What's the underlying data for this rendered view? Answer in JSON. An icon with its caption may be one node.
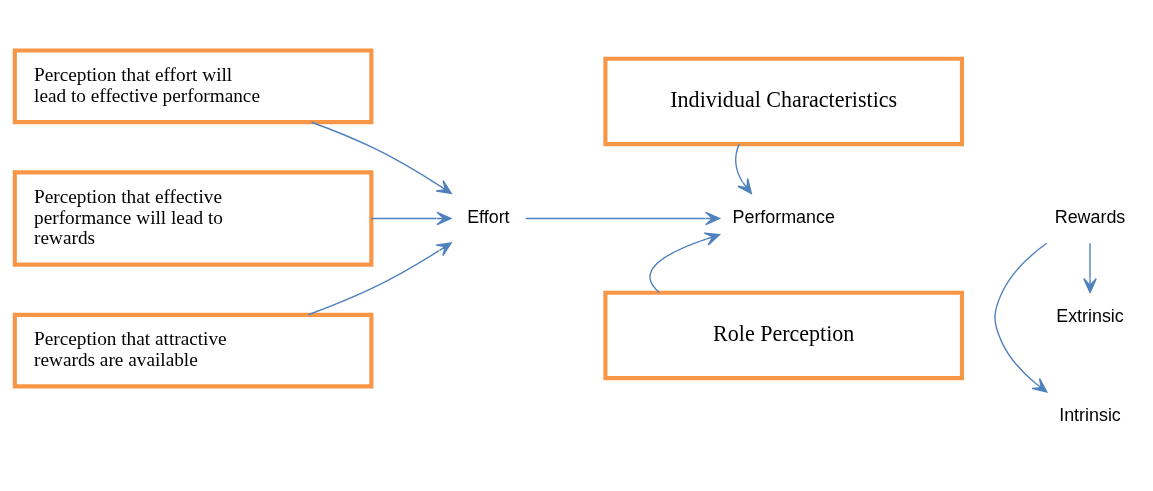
{
  "diagram": {
    "nodes": [
      {
        "text": [
          "Perception that effort will lead to effective performance"
        ]
      },
      {
        "text": [
          "Perception that effective performance will lead to rewards"
        ]
      },
      {
        "text": [
          "Perception that attractive rewards are available"
        ]
      },
      {
        "text": [
          "Effort"
        ]
      },
      {
        "text": [
          "Individual Characteristics"
        ]
      },
      {
        "text": [
          "Performance"
        ]
      },
      {
        "text": [
          "Role Perception"
        ]
      },
      {
        "text": [
          "Extrinsic"
        ]
      },
      {
        "text": [
          "Rewards"
        ]
      },
      {
        "text": [
          "Intrinsic"
        ]
      }
    ],
    "edges": [
      {
        "from": 0,
        "to": 3,
        "arrow": "to"
      },
      {
        "from": 1,
        "to": 3,
        "arrow": "to"
      },
      {
        "from": 2,
        "to": 3,
        "arrow": "to"
      },
      {
        "from": 3,
        "to": 5,
        "arrow": "to"
      },
      {
        "from": 4,
        "to": 5,
        "arrow": "to"
      },
      {
        "from": 6,
        "to": 5,
        "arrow": "to"
      },
      {
        "from": 8,
        "to": 7,
        "arrow": "to"
      },
      {
        "from": 8,
        "to": 9,
        "arrow": "to"
      }
    ]
  }
}
